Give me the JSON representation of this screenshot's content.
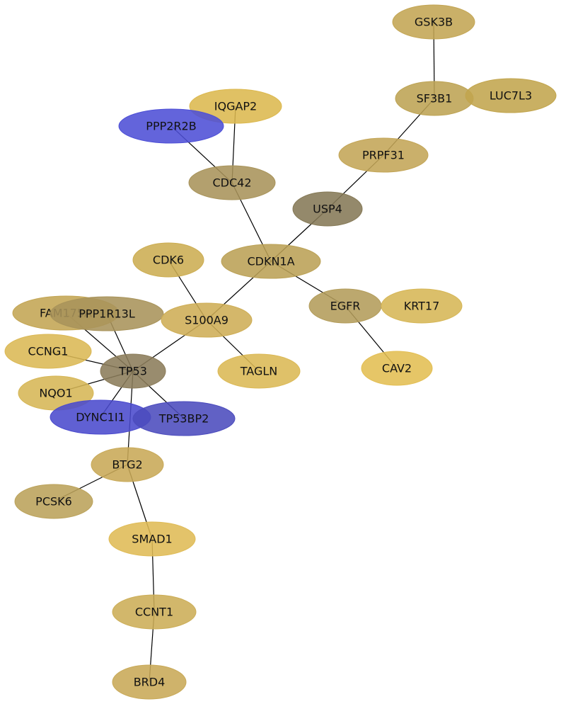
{
  "network": {
    "nodes": [
      {
        "id": "GSK3B",
        "label": "GSK3B",
        "color": "#c3a553"
      },
      {
        "id": "SF3B1",
        "label": "SF3B1",
        "color": "#bda353"
      },
      {
        "id": "LUC7L3",
        "label": "LUC7L3",
        "color": "#c2a54d"
      },
      {
        "id": "IQGAP2",
        "label": "IQGAP2",
        "color": "#dcb84e"
      },
      {
        "id": "PPP2R2B",
        "label": "PPP2R2B",
        "color": "#4d4fd6"
      },
      {
        "id": "PRPF31",
        "label": "PRPF31",
        "color": "#c3a556"
      },
      {
        "id": "CDC42",
        "label": "CDC42",
        "color": "#a8935a"
      },
      {
        "id": "USP4",
        "label": "USP4",
        "color": "#857956"
      },
      {
        "id": "CDK6",
        "label": "CDK6",
        "color": "#ccad52"
      },
      {
        "id": "CDKN1A",
        "label": "CDKN1A",
        "color": "#bba155"
      },
      {
        "id": "FAM175A",
        "label": "FAM175A",
        "color": "#c3a553"
      },
      {
        "id": "PPP1R13L",
        "label": "PPP1R13L",
        "color": "#a8935a"
      },
      {
        "id": "S100A9",
        "label": "S100A9",
        "color": "#cead55"
      },
      {
        "id": "EGFR",
        "label": "EGFR",
        "color": "#b39c5a"
      },
      {
        "id": "KRT17",
        "label": "KRT17",
        "color": "#d6b655"
      },
      {
        "id": "CCNG1",
        "label": "CCNG1",
        "color": "#dbb854"
      },
      {
        "id": "TP53",
        "label": "TP53",
        "color": "#8b7c5a"
      },
      {
        "id": "TAGLN",
        "label": "TAGLN",
        "color": "#dbb854"
      },
      {
        "id": "CAV2",
        "label": "CAV2",
        "color": "#e3be52"
      },
      {
        "id": "NQO1",
        "label": "NQO1",
        "color": "#d6b655"
      },
      {
        "id": "DYNC1I1",
        "label": "DYNC1I1",
        "color": "#4a4acd"
      },
      {
        "id": "TP53BP2",
        "label": "TP53BP2",
        "color": "#4b4bbd"
      },
      {
        "id": "BTG2",
        "label": "BTG2",
        "color": "#c8a957"
      },
      {
        "id": "PCSK6",
        "label": "PCSK6",
        "color": "#bba25a"
      },
      {
        "id": "SMAD1",
        "label": "SMAD1",
        "color": "#dfbb55"
      },
      {
        "id": "CCNT1",
        "label": "CCNT1",
        "color": "#ccad56"
      },
      {
        "id": "BRD4",
        "label": "BRD4",
        "color": "#c8a957"
      }
    ],
    "edges": [
      [
        "GSK3B",
        "SF3B1"
      ],
      [
        "SF3B1",
        "PRPF31"
      ],
      [
        "PRPF31",
        "USP4"
      ],
      [
        "USP4",
        "CDKN1A"
      ],
      [
        "IQGAP2",
        "CDC42"
      ],
      [
        "PPP2R2B",
        "CDC42"
      ],
      [
        "CDC42",
        "CDKN1A"
      ],
      [
        "CDKN1A",
        "S100A9"
      ],
      [
        "CDKN1A",
        "EGFR"
      ],
      [
        "EGFR",
        "CAV2"
      ],
      [
        "CDK6",
        "S100A9"
      ],
      [
        "S100A9",
        "TAGLN"
      ],
      [
        "S100A9",
        "TP53"
      ],
      [
        "FAM175A",
        "TP53"
      ],
      [
        "PPP1R13L",
        "TP53"
      ],
      [
        "CCNG1",
        "TP53"
      ],
      [
        "NQO1",
        "TP53"
      ],
      [
        "DYNC1I1",
        "TP53"
      ],
      [
        "TP53BP2",
        "TP53"
      ],
      [
        "TP53",
        "BTG2"
      ],
      [
        "BTG2",
        "PCSK6"
      ],
      [
        "BTG2",
        "SMAD1"
      ],
      [
        "SMAD1",
        "CCNT1"
      ],
      [
        "CCNT1",
        "BRD4"
      ]
    ]
  }
}
